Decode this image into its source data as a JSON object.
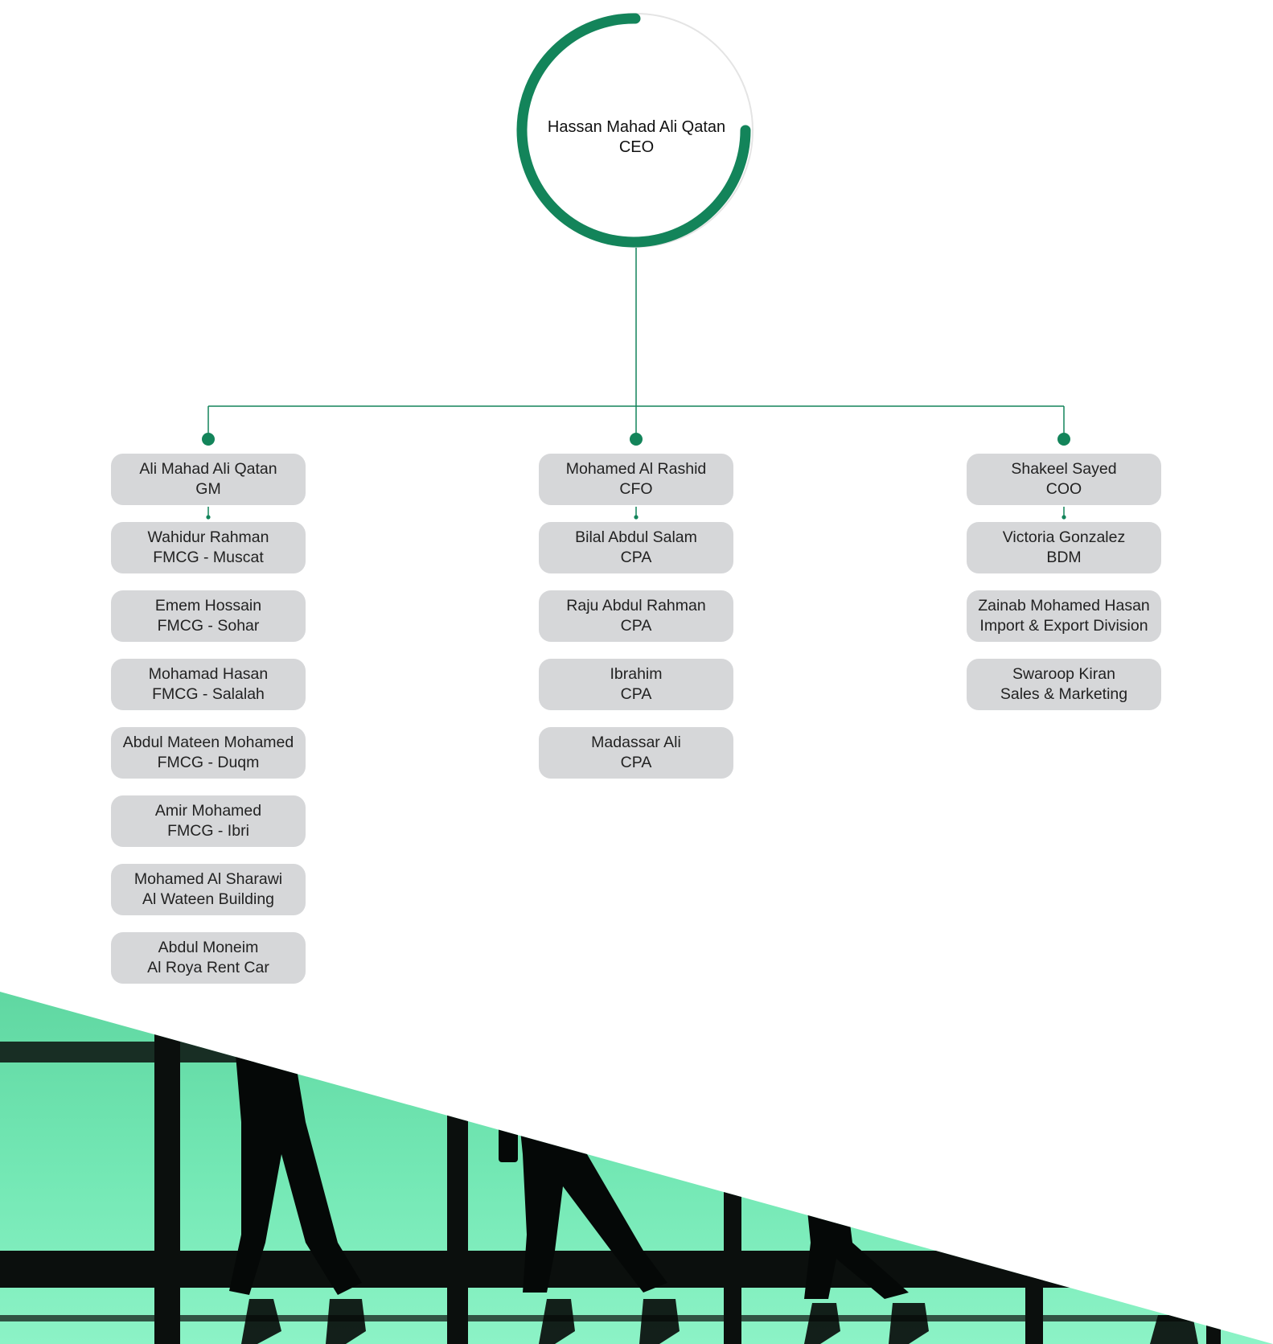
{
  "ceo": {
    "name": "Hassan Mahad Ali Qatan",
    "title": "CEO"
  },
  "columns": [
    {
      "head": {
        "name": "Ali Mahad Ali Qatan",
        "title": "GM"
      },
      "reports": [
        {
          "name": "Wahidur Rahman",
          "title": "FMCG - Muscat"
        },
        {
          "name": "Emem Hossain",
          "title": "FMCG - Sohar"
        },
        {
          "name": "Mohamad Hasan",
          "title": "FMCG - Salalah"
        },
        {
          "name": "Abdul Mateen Mohamed",
          "title": "FMCG - Duqm"
        },
        {
          "name": "Amir Mohamed",
          "title": "FMCG - Ibri"
        },
        {
          "name": "Mohamed Al Sharawi",
          "title": "Al Wateen Building"
        },
        {
          "name": "Abdul Moneim",
          "title": "Al Roya Rent Car"
        }
      ]
    },
    {
      "head": {
        "name": "Mohamed Al Rashid",
        "title": "CFO"
      },
      "reports": [
        {
          "name": "Bilal Abdul Salam",
          "title": "CPA"
        },
        {
          "name": "Raju Abdul Rahman",
          "title": "CPA"
        },
        {
          "name": "Ibrahim",
          "title": "CPA"
        },
        {
          "name": "Madassar Ali",
          "title": "CPA"
        }
      ]
    },
    {
      "head": {
        "name": "Shakeel Sayed",
        "title": "COO"
      },
      "reports": [
        {
          "name": "Victoria Gonzalez",
          "title": "BDM"
        },
        {
          "name": "Zainab Mohamed Hasan",
          "title": "Import & Export Division"
        },
        {
          "name": "Swaroop Kiran",
          "title": "Sales & Marketing"
        }
      ]
    }
  ],
  "colors": {
    "accent": "#13845a",
    "node_fill": "#d6d7d9",
    "ring_track": "#e4e4e4",
    "photo_tint": "#72eab6",
    "photo_dark": "#0b0f0d"
  }
}
